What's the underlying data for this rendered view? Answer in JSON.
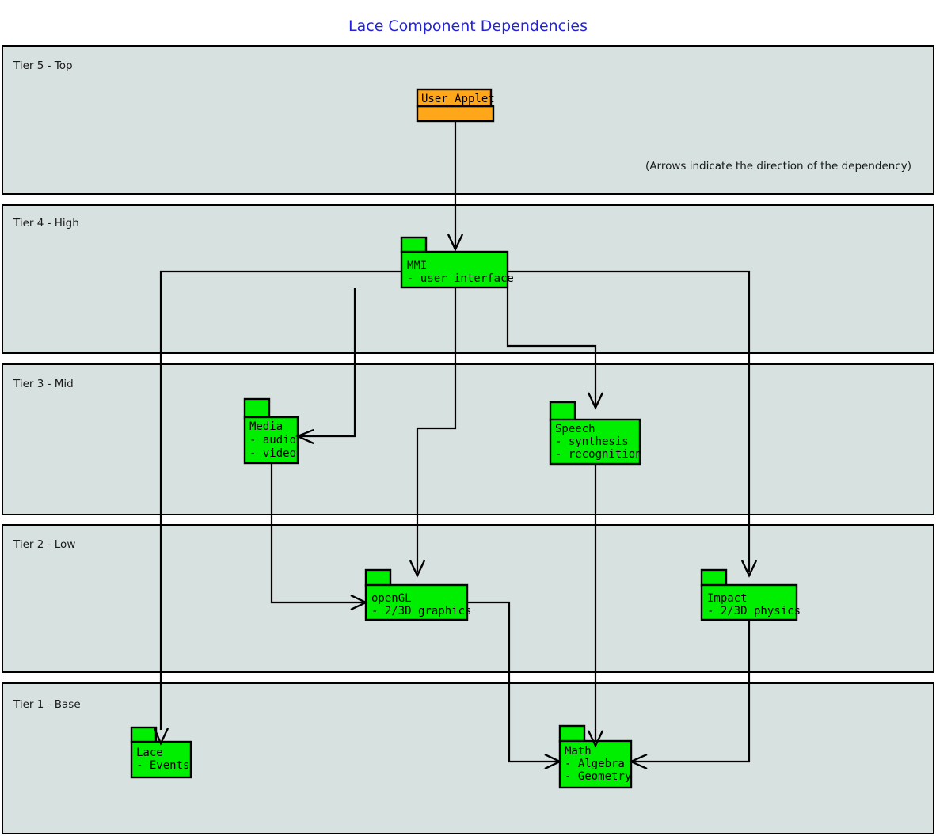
{
  "title": "Lace Component Dependencies",
  "note": "(Arrows indicate the direction of the dependency)",
  "colors": {
    "title": "#2222dd",
    "tier_band_fill": "#d7e1df",
    "tier_band_stroke": "#000000",
    "package_green": "#00ee00",
    "package_orange": "#ffa71a",
    "connector": "#000000",
    "text": "#000000"
  },
  "tiers": [
    {
      "id": "tier5",
      "label": "Tier 5 - Top"
    },
    {
      "id": "tier4",
      "label": "Tier 4 - High"
    },
    {
      "id": "tier3",
      "label": "Tier 3 - Mid"
    },
    {
      "id": "tier2",
      "label": "Tier 2 - Low"
    },
    {
      "id": "tier1",
      "label": "Tier 1 - Base"
    }
  ],
  "packages": [
    {
      "id": "user-applet",
      "name": "User Applet",
      "items": [],
      "tier": "tier5",
      "color": "#ffa71a",
      "style": "label-on-top"
    },
    {
      "id": "mmi",
      "name": "MMI",
      "items": [
        "- user interface"
      ],
      "tier": "tier4",
      "color": "#00ee00",
      "style": "tabbed"
    },
    {
      "id": "media",
      "name": "Media",
      "items": [
        "- audio",
        "- video"
      ],
      "tier": "tier3",
      "color": "#00ee00",
      "style": "tabbed"
    },
    {
      "id": "speech",
      "name": "Speech",
      "items": [
        "- synthesis",
        "- recognition"
      ],
      "tier": "tier3",
      "color": "#00ee00",
      "style": "tabbed"
    },
    {
      "id": "opengl",
      "name": "openGL",
      "items": [
        "- 2/3D graphics"
      ],
      "tier": "tier2",
      "color": "#00ee00",
      "style": "tabbed"
    },
    {
      "id": "impact",
      "name": "Impact",
      "items": [
        "- 2/3D physics"
      ],
      "tier": "tier2",
      "color": "#00ee00",
      "style": "tabbed"
    },
    {
      "id": "lace",
      "name": "Lace",
      "items": [
        "- Events"
      ],
      "tier": "tier1",
      "color": "#00ee00",
      "style": "tabbed"
    },
    {
      "id": "math",
      "name": "Math",
      "items": [
        "- Algebra",
        "- Geometry"
      ],
      "tier": "tier1",
      "color": "#00ee00",
      "style": "tabbed"
    }
  ],
  "dependencies": [
    {
      "from": "user-applet",
      "to": "mmi"
    },
    {
      "from": "mmi",
      "to": "lace"
    },
    {
      "from": "mmi",
      "to": "media"
    },
    {
      "from": "mmi",
      "to": "opengl"
    },
    {
      "from": "mmi",
      "to": "speech"
    },
    {
      "from": "mmi",
      "to": "impact"
    },
    {
      "from": "media",
      "to": "opengl"
    },
    {
      "from": "speech",
      "to": "math"
    },
    {
      "from": "opengl",
      "to": "math"
    },
    {
      "from": "impact",
      "to": "math"
    }
  ]
}
